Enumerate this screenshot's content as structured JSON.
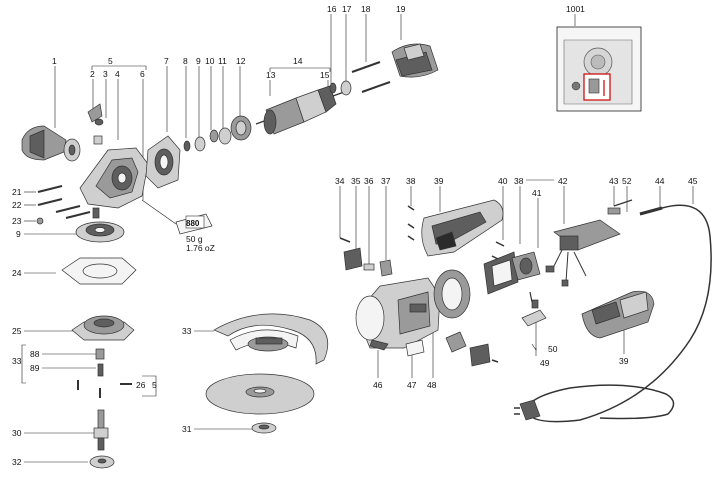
{
  "title_ref": "1001",
  "labels": {
    "l1": "1",
    "l2": "2",
    "l3": "3",
    "l4": "4",
    "l5": "5",
    "l6": "6",
    "l7": "7",
    "l8": "8",
    "l9": "9",
    "l10": "10",
    "l11": "11",
    "l12": "12",
    "l13": "13",
    "l14": "14",
    "l15": "15",
    "l16": "16",
    "l17": "17",
    "l18": "18",
    "l19": "19",
    "l21": "21",
    "l22": "22",
    "l23": "23",
    "l9b": "9",
    "l24": "24",
    "l25": "25",
    "l33": "33",
    "l88": "88",
    "l89": "89",
    "l26": "26",
    "l5b": "5",
    "l30": "30",
    "l32": "32",
    "l33b": "33",
    "l31": "31",
    "l34": "34",
    "l35": "35",
    "l36": "36",
    "l37": "37",
    "l38": "38",
    "l39": "39",
    "l40": "40",
    "l38b": "38",
    "l41": "41",
    "l42": "42",
    "l43": "43",
    "l52": "52",
    "l44": "44",
    "l45": "45",
    "l46": "46",
    "l47": "47",
    "l48": "48",
    "l49": "49",
    "l50": "50",
    "l39b": "39"
  },
  "grease": {
    "code": "880",
    "weight_g": "50 g",
    "weight_oz": "1.76 oZ"
  }
}
